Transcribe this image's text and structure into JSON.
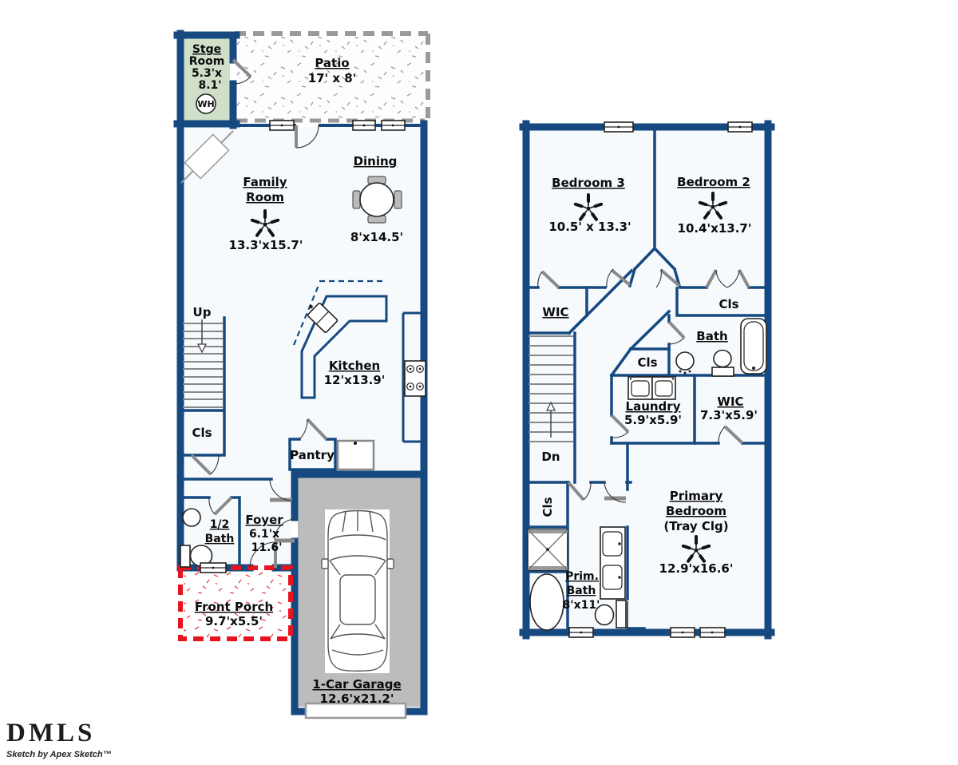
{
  "brand": {
    "logo": "DMLS",
    "credit": "Sketch by Apex Sketch™"
  },
  "colors": {
    "wall": "#154980",
    "floor": "#f7fafd",
    "storage_green": "#cfdfc8",
    "garage_gray": "#bcbcbc",
    "porch_outline_red": "#e8131f",
    "patio_outline_gray": "#9a9a9a",
    "label_text": "#0b0b0b"
  },
  "floor1": {
    "storage_room": {
      "line1": "Stge",
      "line2": "Room",
      "dim1": "5.3'x",
      "dim2": "8.1'",
      "water_heater": "WH"
    },
    "patio": {
      "label": "Patio",
      "dims": "17' x 8'"
    },
    "family_room": {
      "line1": "Family",
      "line2": "Room",
      "dims": "13.3'x15.7'"
    },
    "dining": {
      "label": "Dining",
      "dims": "8'x14.5'"
    },
    "kitchen": {
      "label": "Kitchen",
      "dims": "12'x13.9'"
    },
    "stairs": {
      "label": "Up"
    },
    "closet": {
      "label": "Cls"
    },
    "pantry": {
      "label": "Pantry"
    },
    "half_bath": {
      "line1": "1/2",
      "line2": "Bath"
    },
    "foyer": {
      "label": "Foyer",
      "dim1": "6.1'x",
      "dim2": "11.6'"
    },
    "front_porch": {
      "label": "Front Porch",
      "dims": "9.7'x5.5'"
    },
    "garage": {
      "label": "1-Car Garage",
      "dims": "12.6'x21.2'"
    }
  },
  "floor2": {
    "bedroom3": {
      "label": "Bedroom 3",
      "dims": "10.5' x 13.3'"
    },
    "bedroom2": {
      "label": "Bedroom 2",
      "dims": "10.4'x13.7'"
    },
    "wic_bedroom3": {
      "label": "WIC"
    },
    "closet_bedroom2": {
      "label": "Cls"
    },
    "bath": {
      "label": "Bath"
    },
    "closet_hall": {
      "label": "Cls"
    },
    "laundry": {
      "label": "Laundry",
      "dims": "5.9'x5.9'"
    },
    "wic_primary": {
      "label": "WIC",
      "dims": "7.3'x5.9'"
    },
    "stairs": {
      "label": "Dn"
    },
    "closet_primary": {
      "label": "Cls"
    },
    "primary_bath": {
      "line1": "Prim.",
      "line2": "Bath",
      "dims": "8'x11'"
    },
    "primary_bedroom": {
      "line1": "Primary",
      "line2": "Bedroom",
      "line3": "(Tray Clg)",
      "dims": "12.9'x16.6'"
    }
  }
}
